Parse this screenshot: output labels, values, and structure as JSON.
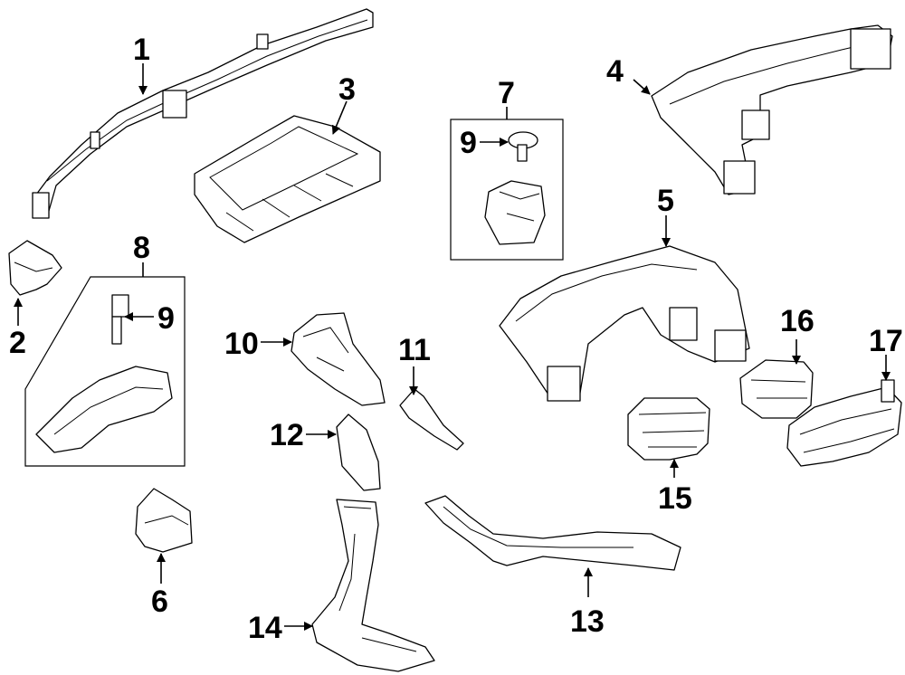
{
  "diagram": {
    "callouts": [
      "1",
      "2",
      "3",
      "4",
      "5",
      "6",
      "7",
      "8",
      "9",
      "9",
      "10",
      "11",
      "12",
      "13",
      "14",
      "15",
      "16",
      "17"
    ]
  }
}
